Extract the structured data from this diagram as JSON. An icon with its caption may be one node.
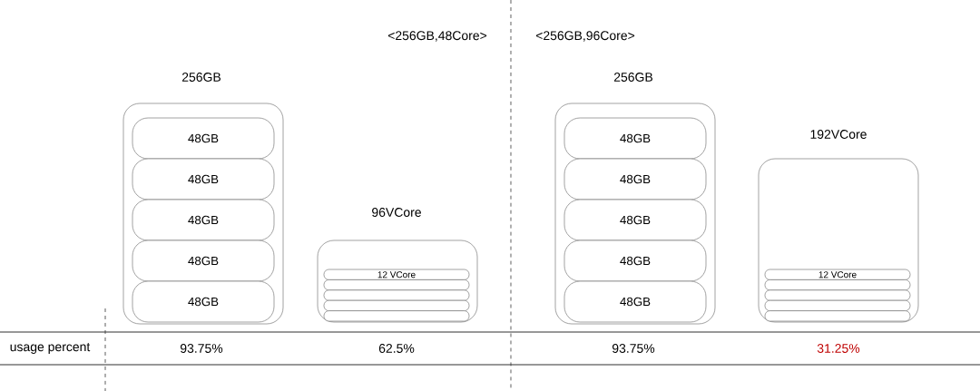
{
  "diagram": {
    "nodes": [
      {
        "text": [
          "256GB"
        ]
      },
      {
        "text": [
          "48GB"
        ],
        "in": 0
      },
      {
        "text": [
          "48GB"
        ],
        "in": 0
      },
      {
        "text": [
          "48GB"
        ],
        "in": 0
      },
      {
        "text": [
          "48GB"
        ],
        "in": 0
      },
      {
        "text": [
          "48GB"
        ],
        "in": 0
      },
      {
        "text": [
          "96VCore"
        ]
      },
      {
        "text": [
          "12 VCore"
        ],
        "in": 6
      },
      {
        "text": [],
        "shape": "box",
        "in": 6
      },
      {
        "text": [],
        "shape": "box",
        "in": 6
      },
      {
        "text": [],
        "shape": "box",
        "in": 6
      },
      {
        "text": [],
        "shape": "box",
        "in": 6
      },
      {
        "text": [
          "256GB"
        ]
      },
      {
        "text": [
          "48GB"
        ],
        "in": 12
      },
      {
        "text": [
          "48GB"
        ],
        "in": 12
      },
      {
        "text": [
          "48GB"
        ],
        "in": 12
      },
      {
        "text": [
          "48GB"
        ],
        "in": 12
      },
      {
        "text": [
          "48GB"
        ],
        "in": 12
      },
      {
        "text": [
          "192VCore"
        ]
      },
      {
        "text": [
          "12 VCore"
        ],
        "in": 18
      },
      {
        "text": [],
        "shape": "box",
        "in": 18
      },
      {
        "text": [],
        "shape": "box",
        "in": 18
      },
      {
        "text": [],
        "shape": "box",
        "in": 18
      },
      {
        "text": [],
        "shape": "box",
        "in": 18
      }
    ],
    "edges": [],
    "labels": [
      "<256GB,48Core>",
      "<256GB,96Core>",
      "usage percent",
      "93.75%",
      "62.5%",
      "93.75%",
      "31.25%"
    ]
  }
}
